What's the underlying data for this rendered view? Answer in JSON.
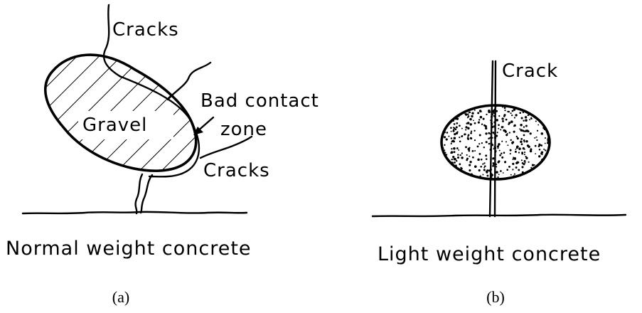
{
  "panel_a": {
    "labels": {
      "cracks_top": "Cracks",
      "gravel": "Gravel",
      "bad_contact_line1": "Bad contact",
      "bad_contact_line2": "zone",
      "cracks_right": "Cracks"
    },
    "caption": "Normal weight concrete",
    "sublabel": "(a)"
  },
  "panel_b": {
    "labels": {
      "crack": "Crack"
    },
    "caption": "Light weight concrete",
    "sublabel": "(b)"
  }
}
